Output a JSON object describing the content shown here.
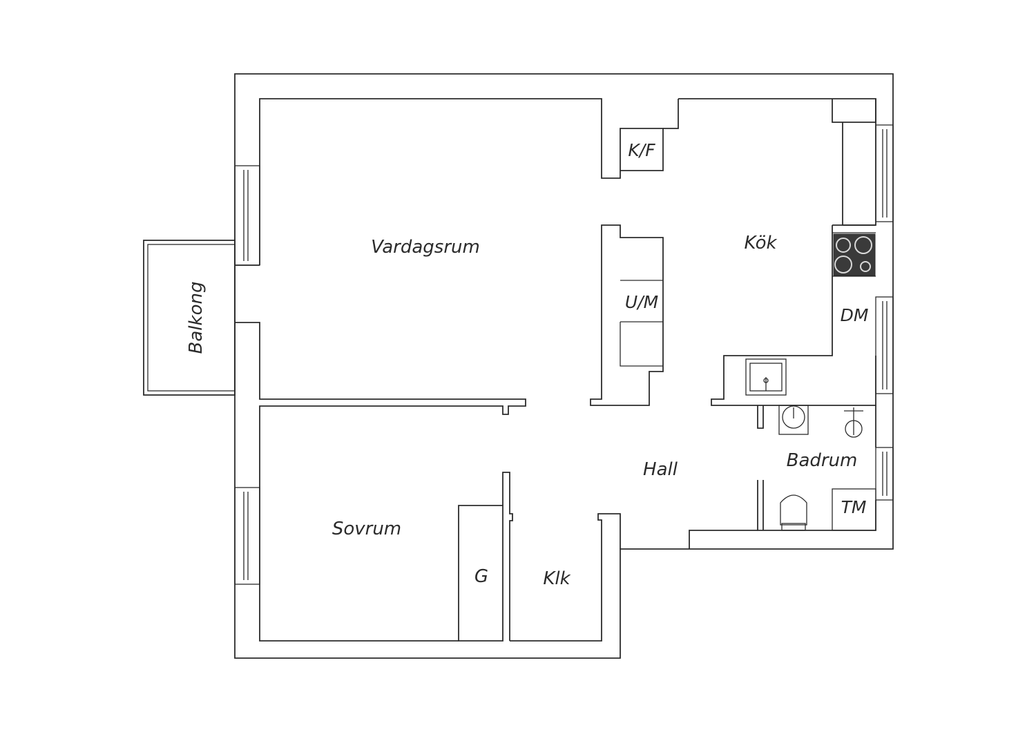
{
  "rooms": {
    "vardagsrum": "Vardagsrum",
    "kok": "Kök",
    "balkong": "Balkong",
    "hall": "Hall",
    "badrum": "Badrum",
    "sovrum": "Sovrum",
    "klk": "Klk",
    "g": "G"
  },
  "fixtures": {
    "kf": "K/F",
    "um": "U/M",
    "dm": "DM",
    "tm": "TM"
  },
  "colors": {
    "line": "#2b2b2b",
    "stove": "#3a3a3a",
    "background": "#ffffff"
  }
}
